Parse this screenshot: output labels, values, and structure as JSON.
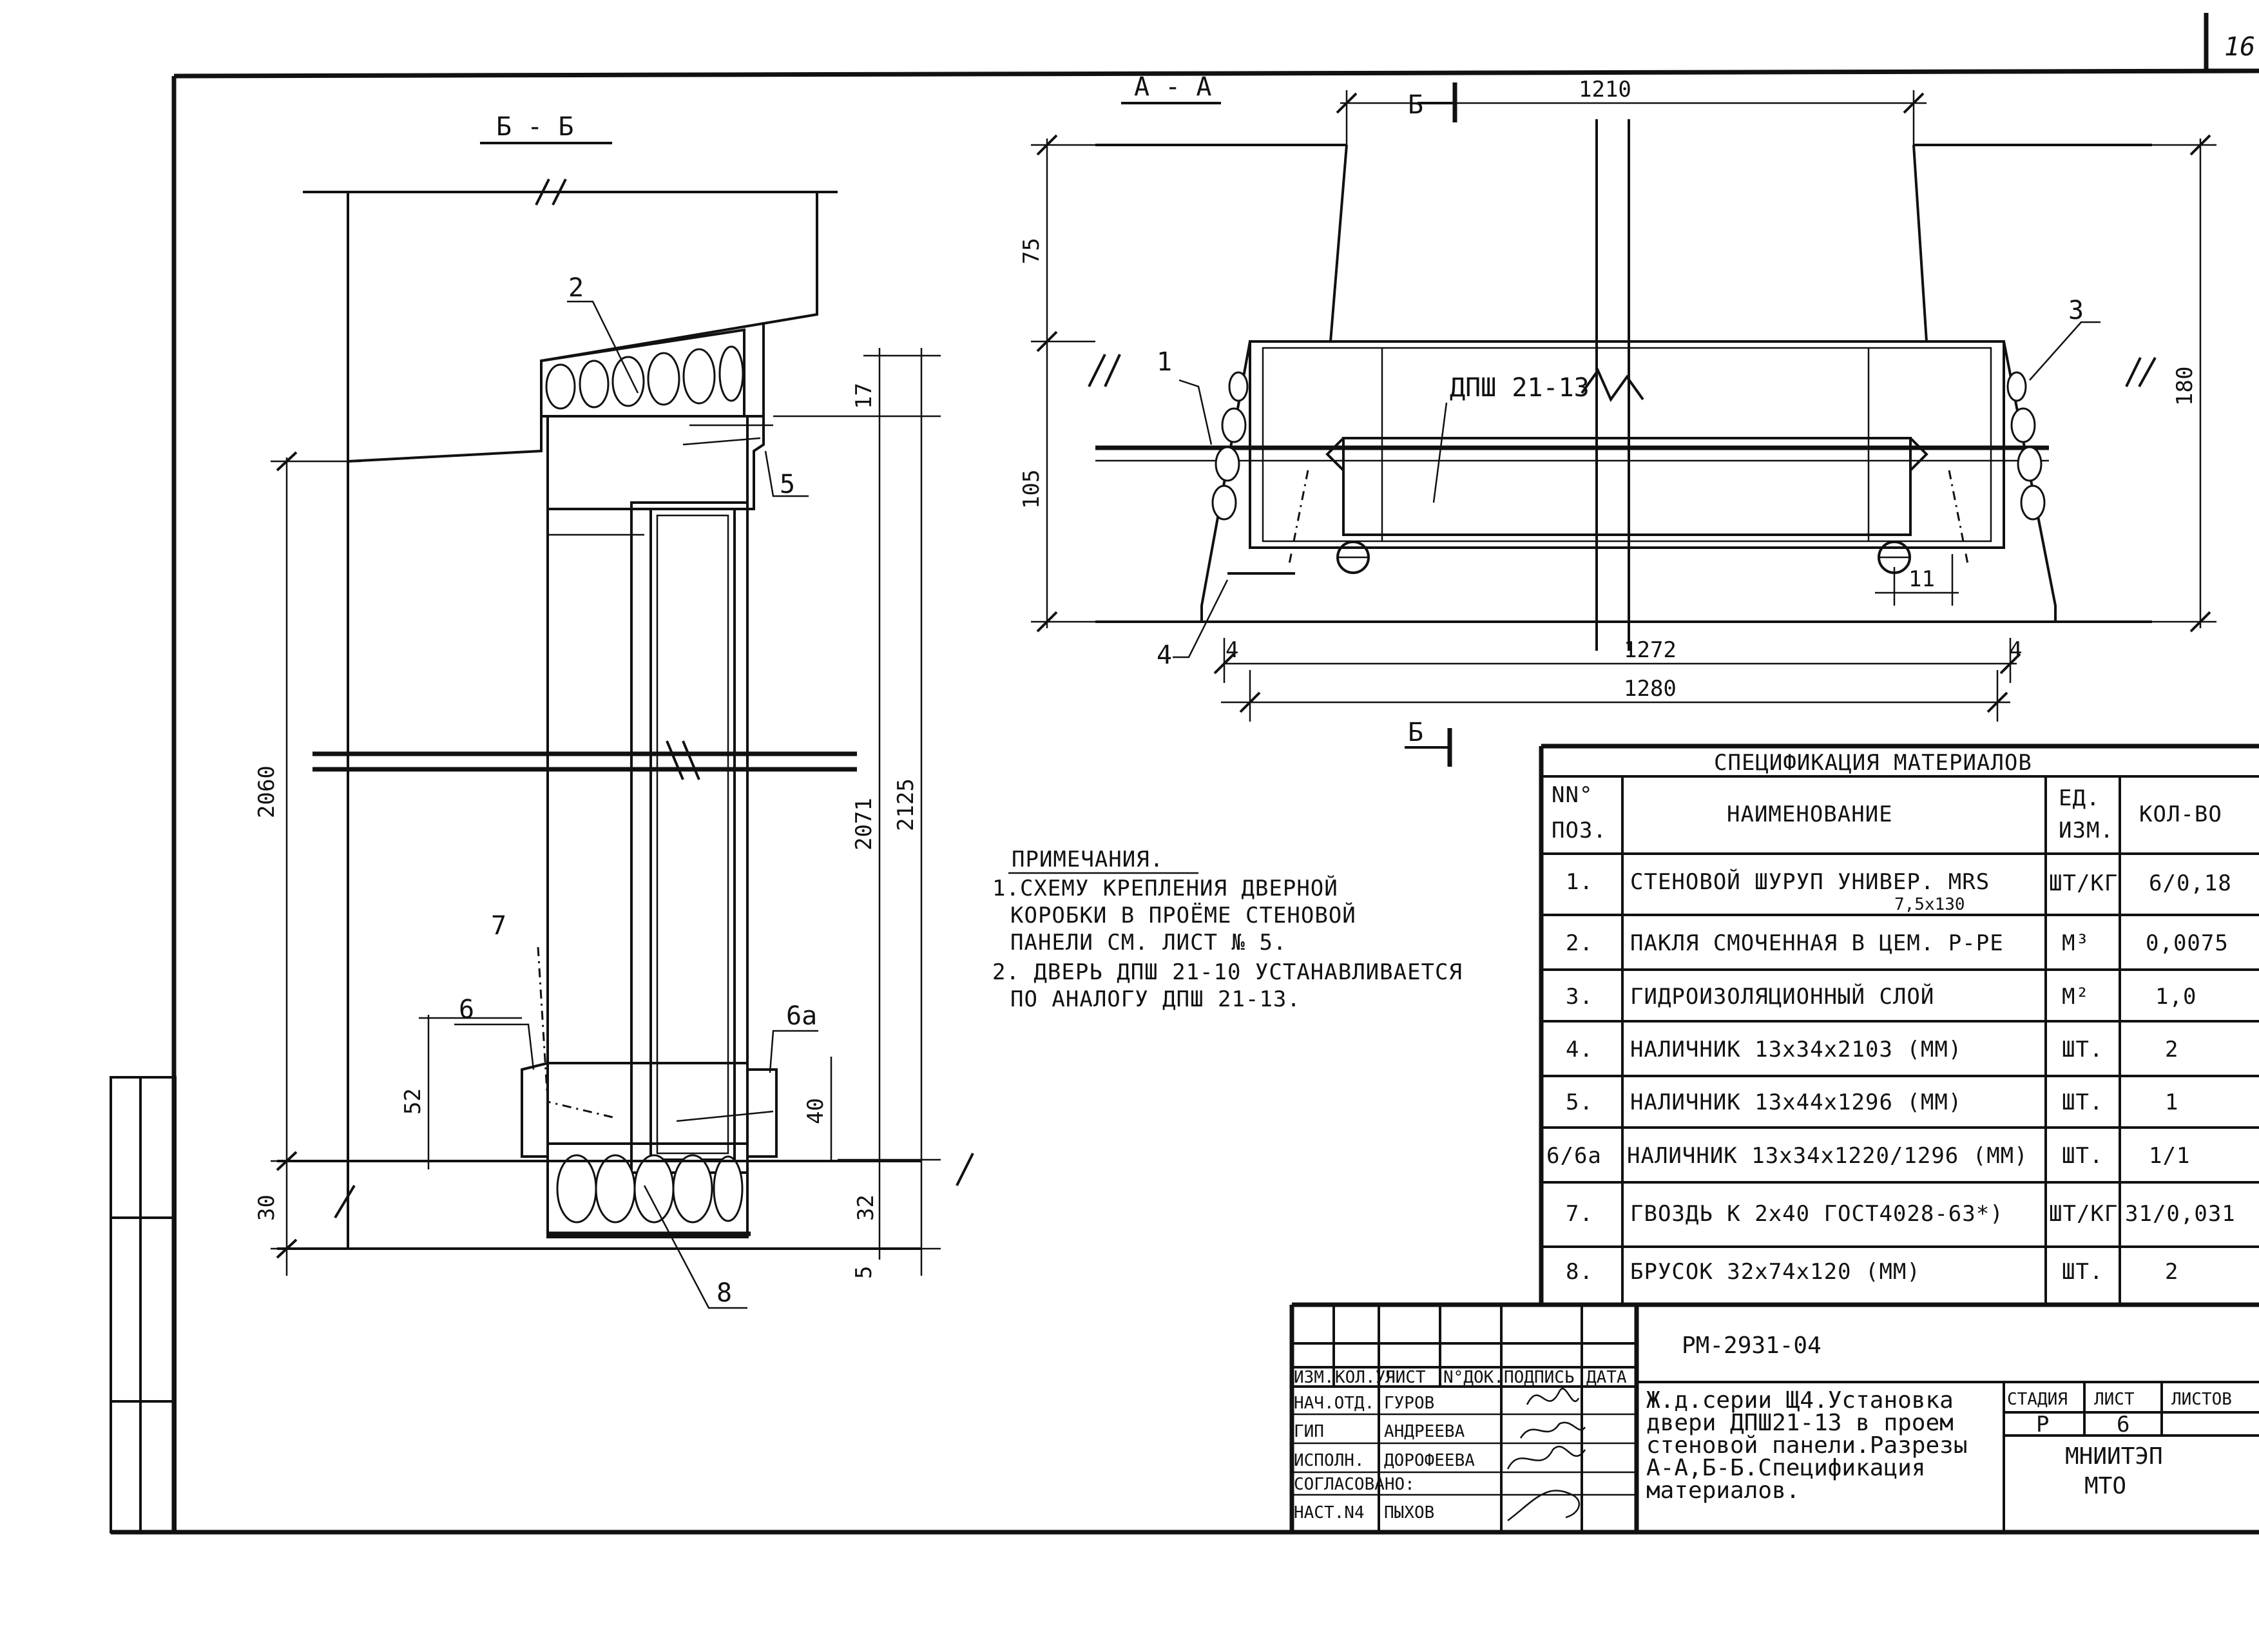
{
  "sheet": {
    "corner_number": "16"
  },
  "section_bb": {
    "title": "Б - Б",
    "dimensions": {
      "h2060": "2060",
      "h2071": "2071",
      "h2125": "2125",
      "h17": "17",
      "h52": "52",
      "h40": "40",
      "h30": "30",
      "h32": "32",
      "h5": "5"
    },
    "callouts": {
      "c2": "2",
      "c5": "5",
      "c6": "6",
      "c6a": "6а",
      "c7": "7",
      "c8": "8"
    }
  },
  "section_aa": {
    "title": "А - А",
    "cut_mark": "Б",
    "door_label": "ДПШ 21-13",
    "dimensions": {
      "w1210": "1210",
      "w1272": "1272",
      "w1280": "1280",
      "h75": "75",
      "h105": "105",
      "h180": "180",
      "w11": "11",
      "w4_left": "4",
      "w4_right": "4"
    },
    "callouts": {
      "c1": "1",
      "c3": "3",
      "c4": "4"
    }
  },
  "notes": {
    "title": "ПРИМЕЧАНИЯ.",
    "lines": [
      "1.СХЕМУ КРЕПЛЕНИЯ ДВЕРНОЙ",
      "КОРОБКИ В ПРОЁМЕ СТЕНОВОЙ",
      "ПАНЕЛИ СМ. ЛИСТ № 5.",
      "2. ДВЕРЬ ДПШ 21-10 УСТАНАВЛИВАЕТСЯ",
      "ПО АНАЛОГУ ДПШ 21-13."
    ]
  },
  "spec_table": {
    "title": "СПЕЦИФИКАЦИЯ МАТЕРИАЛОВ",
    "headers": {
      "pos_1": "NN°",
      "pos_2": "ПОЗ.",
      "name": "НАИМЕНОВАНИЕ",
      "unit_1": "ЕД.",
      "unit_2": "ИЗМ.",
      "qty": "КОЛ-ВО"
    },
    "rows": [
      {
        "pos": "1.",
        "name": "СТЕНОВОЙ ШУРУП УНИВЕР. MRS",
        "sub": "7,5х130",
        "unit": "ШТ/КГ",
        "qty": "6/0,18"
      },
      {
        "pos": "2.",
        "name": "ПАКЛЯ СМОЧЕННАЯ В ЦЕМ. Р-РЕ",
        "sub": "",
        "unit": "М³",
        "qty": "0,0075"
      },
      {
        "pos": "3.",
        "name": "ГИДРОИЗОЛЯЦИОННЫЙ СЛОЙ",
        "sub": "",
        "unit": "М²",
        "qty": "1,0"
      },
      {
        "pos": "4.",
        "name": "НАЛИЧНИК 13х34х2103 (ММ)",
        "sub": "",
        "unit": "ШТ.",
        "qty": "2"
      },
      {
        "pos": "5.",
        "name": "НАЛИЧНИК 13х44х1296 (ММ)",
        "sub": "",
        "unit": "ШТ.",
        "qty": "1"
      },
      {
        "pos": "6/6а",
        "name": "НАЛИЧНИК 13х34х1220/1296 (ММ)",
        "sub": "",
        "unit": "ШТ.",
        "qty": "1/1"
      },
      {
        "pos": "7.",
        "name": "ГВОЗДЬ К 2х40 ГОСТ4028-63*)",
        "sub": "",
        "unit": "ШТ/КГ",
        "qty": "31/0,031"
      },
      {
        "pos": "8.",
        "name": "БРУСОК 32х74х120 (ММ)",
        "sub": "",
        "unit": "ШТ.",
        "qty": "2"
      }
    ]
  },
  "title_block": {
    "code": "РМ-2931-04",
    "col_heads": [
      "ИЗМ.",
      "КОЛ.УЧ",
      "ЛИСТ",
      "N°ДОК.",
      "ПОДПИСЬ",
      "ДАТА"
    ],
    "roles": [
      {
        "role": "НАЧ.ОТД.",
        "name": "ГУРОВ"
      },
      {
        "role": "ГИП",
        "name": "АНДРЕЕВА"
      },
      {
        "role": "ИСПОЛН.",
        "name": "ДОРОФЕЕВА"
      },
      {
        "role": "СОГЛАСОВАНО:",
        "name": ""
      },
      {
        "role": "НАСТ.N4",
        "name": "ПЫХОВ"
      }
    ],
    "description": [
      "Ж.д.серии Щ4.Установка",
      "двери ДПШ21-13 в проем",
      "стеновой панели.Разрезы",
      "А-А,Б-Б.Спецификация",
      "материалов."
    ],
    "stage_label": "СТАДИЯ",
    "sheet_label": "ЛИСТ",
    "sheets_label": "ЛИСТОВ",
    "stage": "Р",
    "sheet": "6",
    "sheets": "",
    "org_1": "МНИИТЭП",
    "org_2": "МТО"
  }
}
